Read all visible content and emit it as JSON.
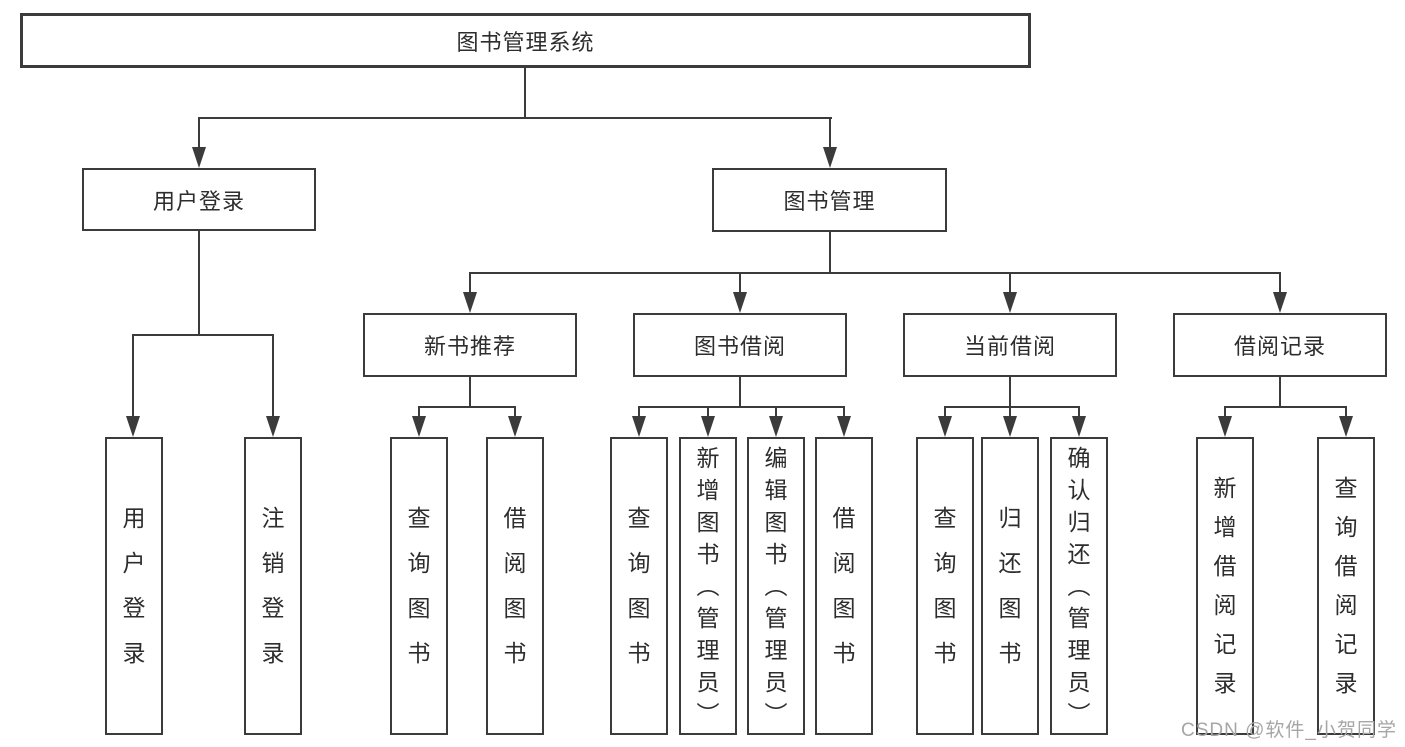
{
  "tree": {
    "label": "图书管理系统",
    "children": [
      {
        "label": "用户登录",
        "children": [
          {
            "label": "用户登录"
          },
          {
            "label": "注销登录"
          }
        ]
      },
      {
        "label": "图书管理",
        "children": [
          {
            "label": "新书推荐",
            "children": [
              {
                "label": "查询图书"
              },
              {
                "label": "借阅图书"
              }
            ]
          },
          {
            "label": "图书借阅",
            "children": [
              {
                "label": "查询图书"
              },
              {
                "label": "新增图书（管理员）"
              },
              {
                "label": "编辑图书（管理员）"
              },
              {
                "label": "借阅图书"
              }
            ]
          },
          {
            "label": "当前借阅",
            "children": [
              {
                "label": "查询图书"
              },
              {
                "label": "归还图书"
              },
              {
                "label": "确认归还（管理员）"
              }
            ]
          },
          {
            "label": "借阅记录",
            "children": [
              {
                "label": "新增借阅记录"
              },
              {
                "label": "查询借阅记录"
              }
            ]
          }
        ]
      }
    ]
  },
  "watermark": "CSDN @软件_小贺同学",
  "colors": {
    "line": "#3b3b3b",
    "text": "#2d2d2d",
    "watermark": "#a6a6a6",
    "background": "#ffffff"
  }
}
